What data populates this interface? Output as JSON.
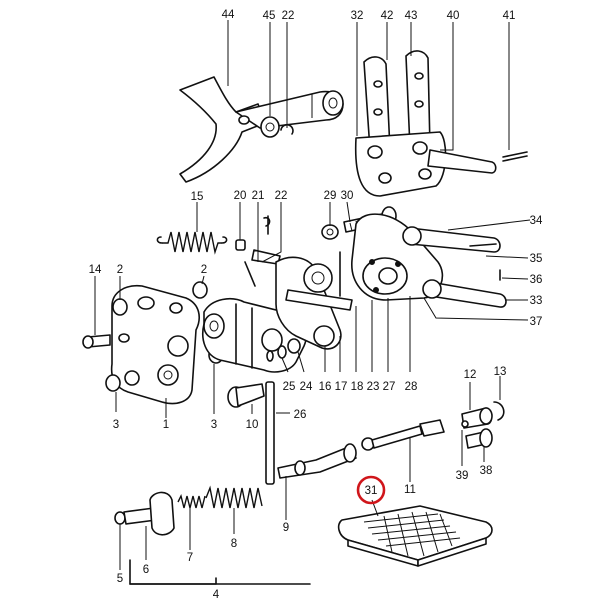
{
  "labels": {
    "l44": "44",
    "l45": "45",
    "l22a": "22",
    "l32": "32",
    "l42": "42",
    "l43": "43",
    "l40": "40",
    "l41": "41",
    "l15": "15",
    "l20": "20",
    "l21": "21",
    "l22b": "22",
    "l29": "29",
    "l30": "30",
    "l34": "34",
    "l35": "35",
    "l36": "36",
    "l33": "33",
    "l37": "37",
    "l14": "14",
    "l2a": "2",
    "l2b": "2",
    "l1": "1",
    "l3a": "3",
    "l3b": "3",
    "l10": "10",
    "l25": "25",
    "l24": "24",
    "l16": "16",
    "l17": "17",
    "l18": "18",
    "l23": "23",
    "l27": "27",
    "l28": "28",
    "l26": "26",
    "l12": "12",
    "l13": "13",
    "l39": "39",
    "l38": "38",
    "l11": "11",
    "l9": "9",
    "l31": "31",
    "l5": "5",
    "l6": "6",
    "l7": "7",
    "l8": "8",
    "l4": "4"
  },
  "highlight": {
    "part": "31",
    "color": "#d0161b"
  }
}
